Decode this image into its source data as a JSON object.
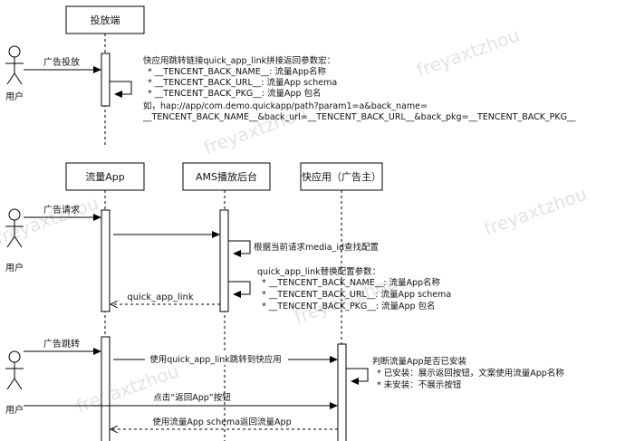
{
  "section1": {
    "participant": "投放端",
    "actor": "用户",
    "msg": "广告投放",
    "note": [
      "快应用跳转链接quick_app_link拼接返回参数宏：",
      "* __TENCENT_BACK_NAME__: 流量App名称",
      "* __TENCENT_BACK_URL__: 流量App schema",
      "* __TENCENT_BACK_PKG__: 流量App 包名",
      "如，hap://app/com.demo.quickapp/path?param1=a&back_name=",
      "__TENCENT_BACK_NAME__&back_url=__TENCENT_BACK_URL__&back_pkg=__TENCENT_BACK_PKG__"
    ]
  },
  "section2": {
    "participants": [
      "流量App",
      "AMS播放后台",
      "快应用（广告主）"
    ],
    "actor": "用户",
    "msg_request": "广告请求",
    "self1": "根据当前请求media_id查找配置",
    "note": [
      "quick_app_link替换配置参数：",
      "* __TENCENT_BACK_NAME__: 流量App名称",
      "* __TENCENT_BACK_URL__: 流量App schema",
      "* __TENCENT_BACK_PKG__: 流量App 包名"
    ],
    "return_msg": "quick_app_link"
  },
  "section3": {
    "actor": "用户",
    "msg_jump": "广告跳转",
    "msg_use": "使用quick_app_link跳转到快应用",
    "note": [
      "判断流量App是否已安装",
      "* 已安装：展示返回按钮，文案使用流量App名称",
      "* 未安装：不展示按钮"
    ],
    "msg_click": "点击“返回App”按钮",
    "msg_return": "使用流量App schema返回流量App"
  },
  "watermark": "freyaxtzhou"
}
